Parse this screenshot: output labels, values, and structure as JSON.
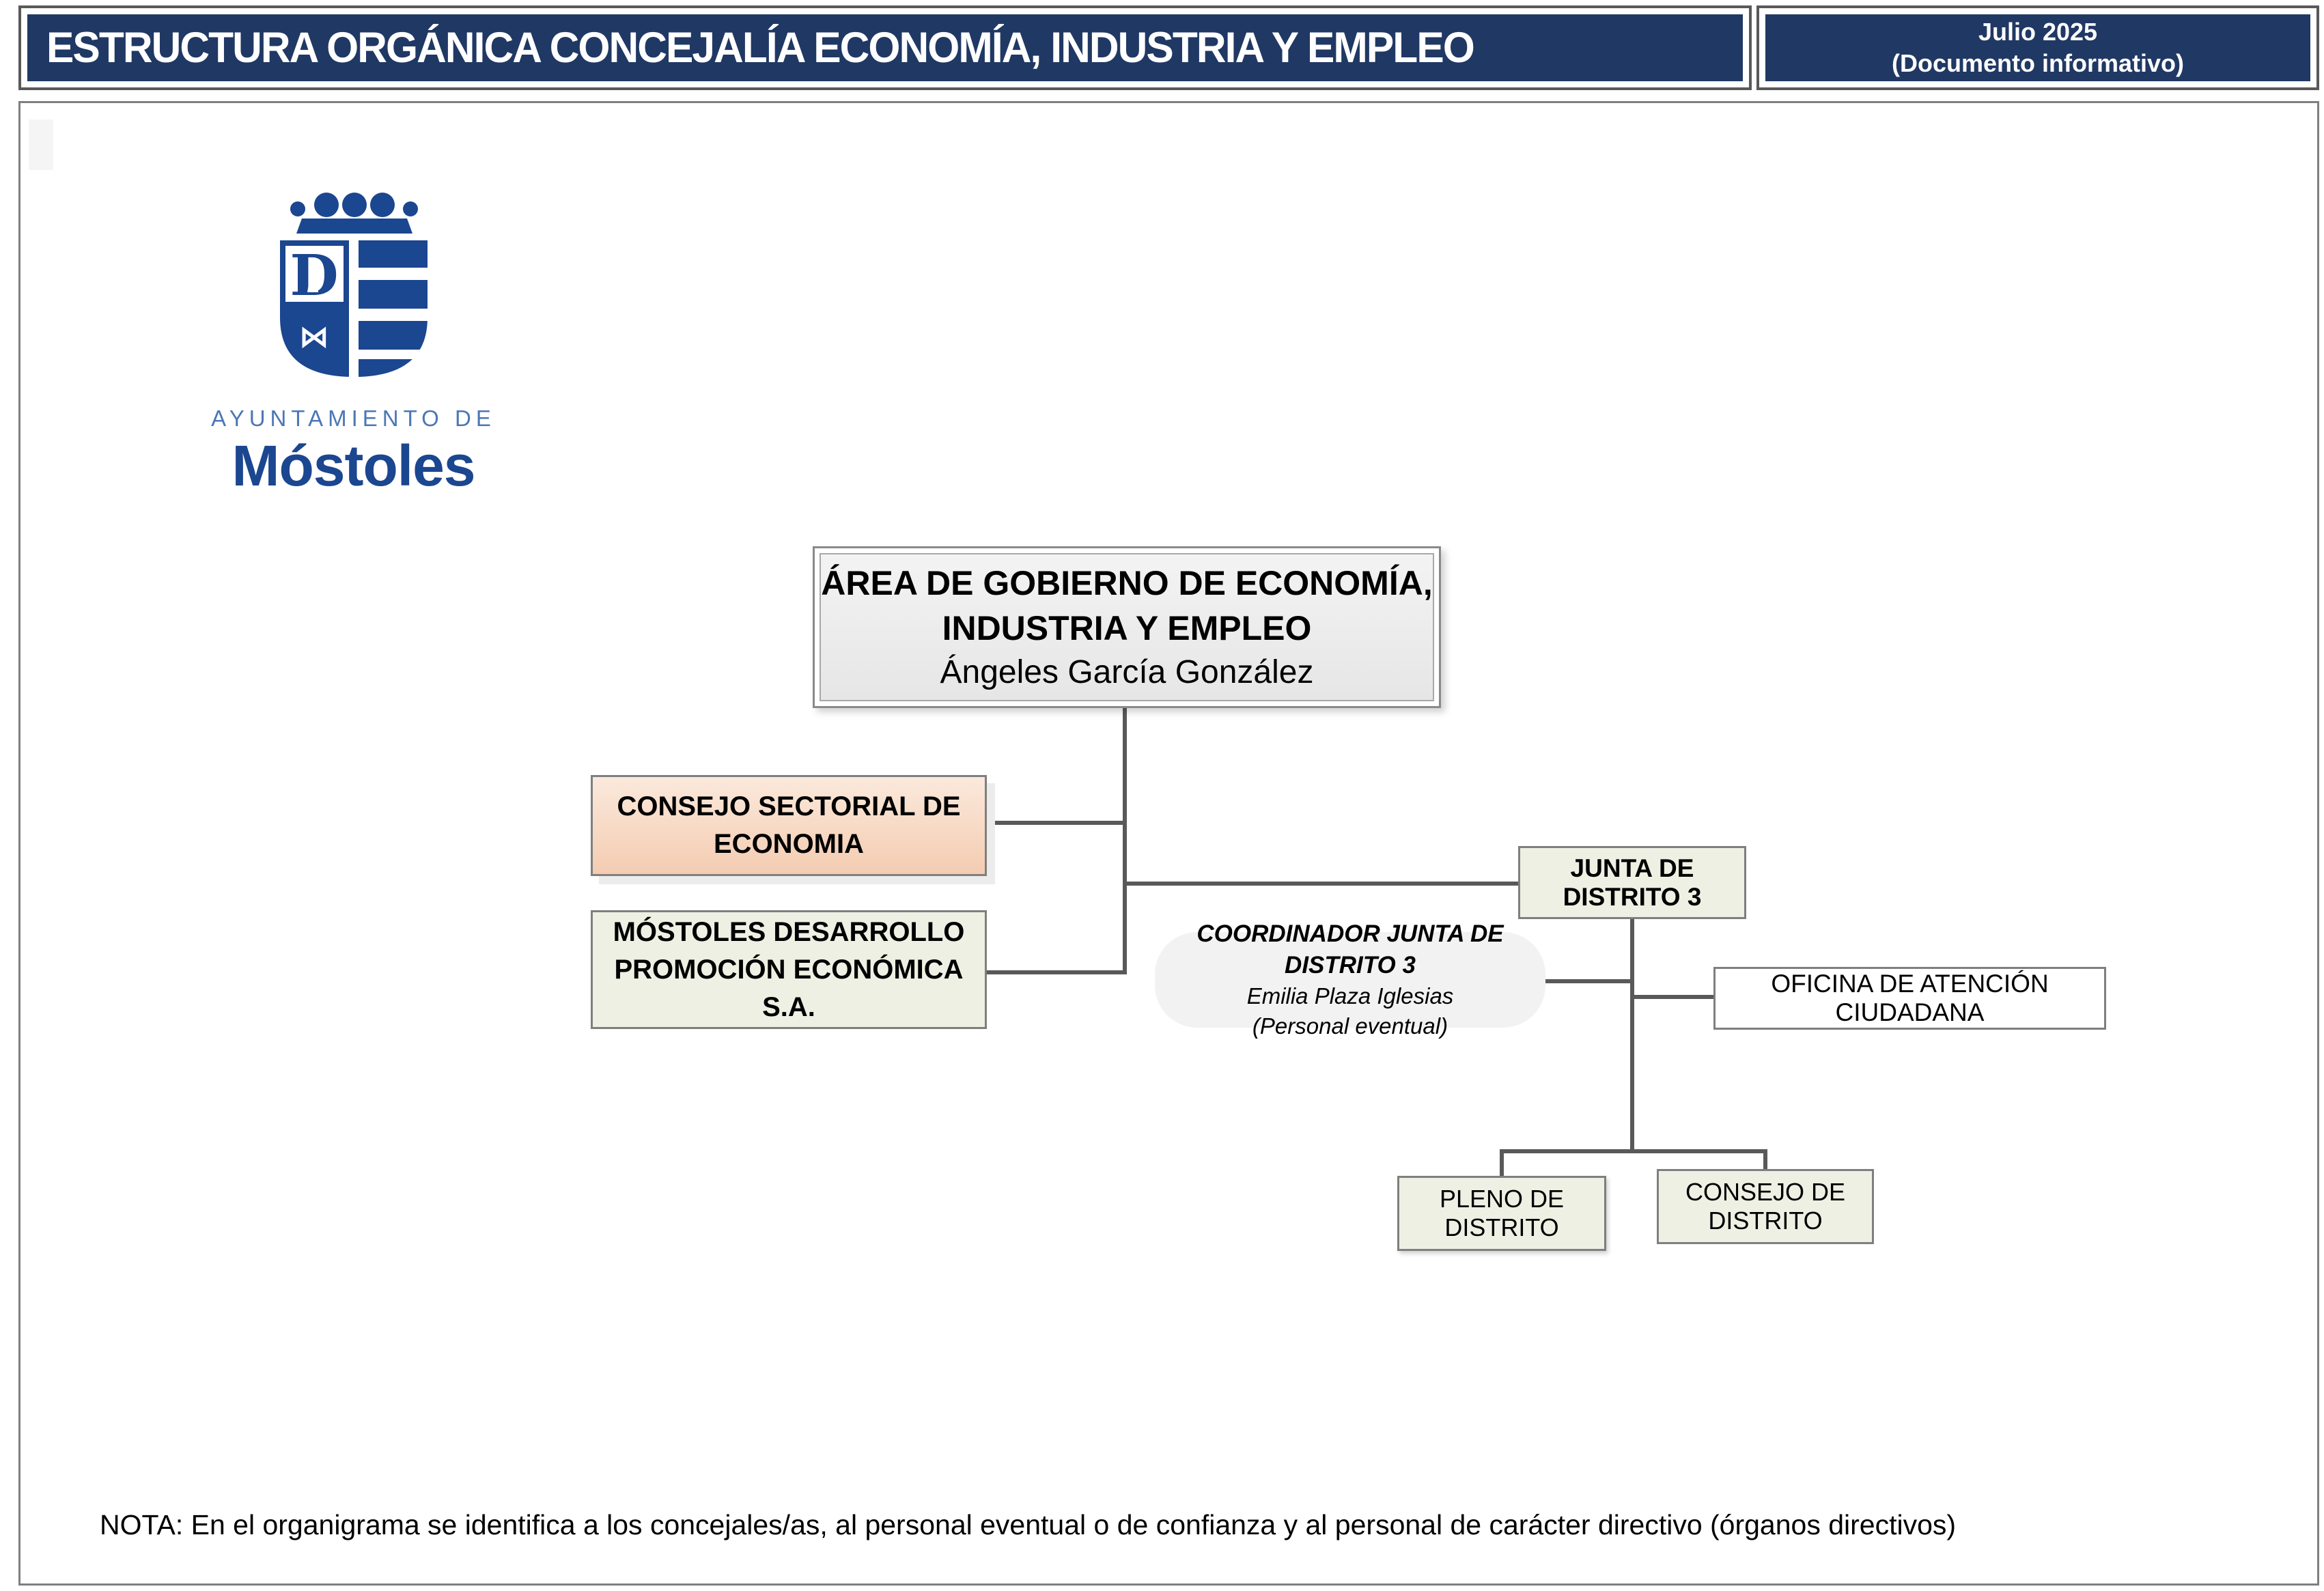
{
  "header": {
    "title": "ESTRUCTURA ORGÁNICA CONCEJALÍA ECONOMÍA, INDUSTRIA Y EMPLEO",
    "date": "Julio 2025",
    "subtitle": "(Documento informativo)"
  },
  "logo": {
    "small": "AYUNTAMIENTO DE",
    "name": "Móstoles"
  },
  "nodes": {
    "area": {
      "line1": "ÁREA DE GOBIERNO DE ECONOMÍA,",
      "line2": "INDUSTRIA Y EMPLEO",
      "person": "Ángeles García González"
    },
    "consejo_sectorial": {
      "line1": "CONSEJO SECTORIAL DE",
      "line2": "ECONOMIA"
    },
    "mostoles_desarrollo": {
      "line1": "MÓSTOLES DESARROLLO",
      "line2": "PROMOCIÓN ECONÓMICA S.A."
    },
    "junta_distrito": {
      "label": "JUNTA DE DISTRITO 3"
    },
    "coordinador": {
      "title": "COORDINADOR JUNTA DE DISTRITO 3",
      "person": "Emilia Plaza Iglesias",
      "note": "(Personal eventual)"
    },
    "oficina": {
      "label": "OFICINA DE ATENCIÓN CIUDADANA"
    },
    "pleno": {
      "label": "PLENO DE DISTRITO"
    },
    "consejo_distrito": {
      "label": "CONSEJO DE DISTRITO"
    }
  },
  "footer": {
    "nota": "NOTA: En el organigrama se identifica a los concejales/as, al personal eventual o de confianza y al personal de carácter directivo (órganos directivos)"
  },
  "colors": {
    "header_navy": "#203864",
    "frame_gray": "#595959",
    "box_border_gray": "#7f7f7f",
    "connector_gray": "#595959",
    "area_fill_top": "#f3f3f3",
    "area_fill_bottom": "#e6e6e6",
    "peach_top": "#fbe9dc",
    "peach_bottom": "#f4ccb1",
    "green_gray_fill": "#edf0e3",
    "pill_gray": "#f2f2f2",
    "logo_blue": "#1b4690",
    "logo_light_blue": "#4c77b5"
  }
}
